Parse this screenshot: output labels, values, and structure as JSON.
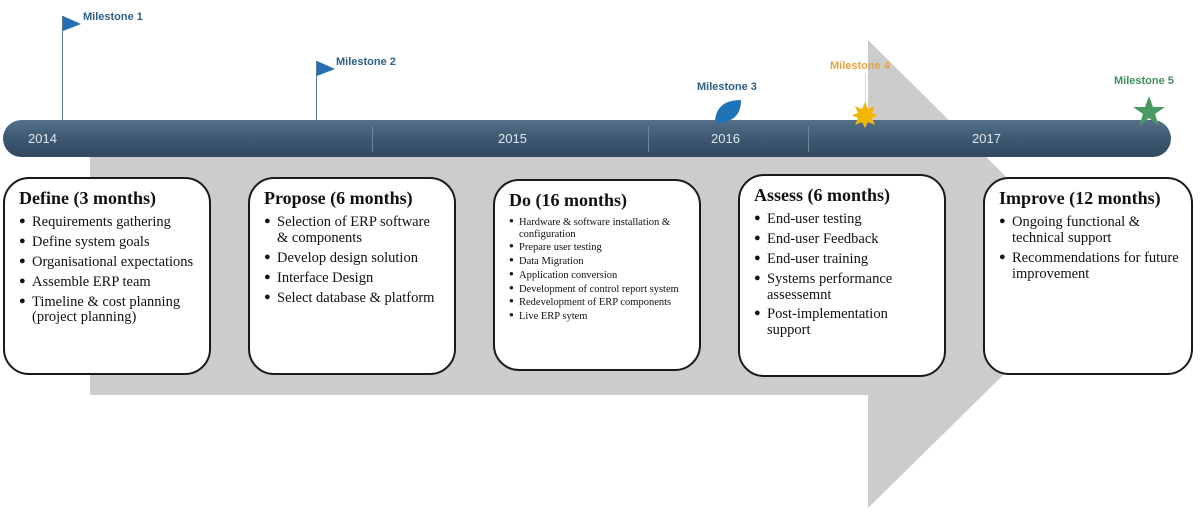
{
  "timeline": {
    "years": [
      "2014",
      "2015",
      "2016",
      "2017"
    ]
  },
  "milestones": [
    {
      "label": "Milestone 1",
      "color": "#2e5f86",
      "marker": "flag-icon"
    },
    {
      "label": "Milestone 2",
      "color": "#2e5f86",
      "marker": "flag-icon"
    },
    {
      "label": "Milestone 3",
      "color": "#2e5f86",
      "marker": "leaf-icon"
    },
    {
      "label": "Milestone 4",
      "color": "#e8a33a",
      "marker": "sun-burst-icon"
    },
    {
      "label": "Milestone 5",
      "color": "#3f8f5f",
      "marker": "star-icon"
    }
  ],
  "colors": {
    "arrow": "#cccccc",
    "bar": "#3c5670",
    "flag": "#2470b3",
    "leaf": "#1f73b7",
    "burst": "#f2b705",
    "star": "#4a9a63"
  },
  "phases": [
    {
      "title": "Define (3 months)",
      "items": [
        "Requirements gathering",
        "Define system goals",
        "Organisational expectations",
        "Assemble ERP team",
        "Timeline & cost planning (project planning)"
      ]
    },
    {
      "title": "Propose (6 months)",
      "items": [
        "Selection of ERP software & components",
        "Develop design solution",
        "Interface Design",
        "Select database & platform"
      ]
    },
    {
      "title": "Do (16 months)",
      "items": [
        "Hardware & software installation & configuration",
        "Prepare user testing",
        "Data Migration",
        "Application conversion",
        "Development of control report system",
        "Redevelopment of ERP components",
        "Live ERP sytem"
      ]
    },
    {
      "title": "Assess (6 months)",
      "items": [
        "End-user testing",
        "End-user Feedback",
        "End-user training",
        "Systems performance assessemnt",
        "Post-implementation support"
      ]
    },
    {
      "title": "Improve (12 months)",
      "items": [
        "Ongoing functional & technical support",
        "Recommendations for future improvement"
      ]
    }
  ]
}
